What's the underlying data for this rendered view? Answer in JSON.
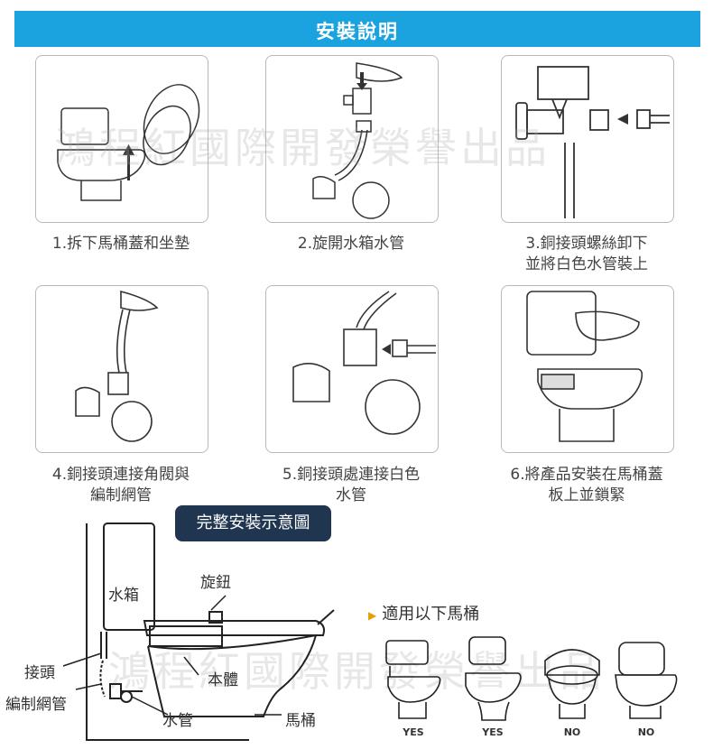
{
  "header": {
    "title": "安裝說明"
  },
  "steps": [
    {
      "caption_l1": "1.拆下馬桶蓋和坐墊",
      "caption_l2": ""
    },
    {
      "caption_l1": "2.旋開水箱水管",
      "caption_l2": ""
    },
    {
      "caption_l1": "3.銅接頭螺絲卸下",
      "caption_l2": "並將白色水管裝上"
    },
    {
      "caption_l1": "4.銅接頭連接角閥與",
      "caption_l2": "編制網管"
    },
    {
      "caption_l1": "5.銅接頭處連接白色",
      "caption_l2": "水管"
    },
    {
      "caption_l1": "6.將產品安裝在馬桶蓋",
      "caption_l2": "板上並鎖緊"
    }
  ],
  "diagram": {
    "title": "完整安裝示意圖",
    "labels": {
      "tank": "水箱",
      "knob": "旋鈕",
      "connector": "接頭",
      "body": "本體",
      "braided_hose": "編制網管",
      "water_pipe": "水管",
      "toilet": "馬桶"
    }
  },
  "suitable": {
    "title": "適用以下馬桶",
    "items": [
      {
        "verdict": "YES"
      },
      {
        "verdict": "YES"
      },
      {
        "verdict": "NO"
      },
      {
        "verdict": "NO"
      }
    ]
  },
  "watermark": {
    "text_top": "鴻程紅國際開發榮譽出品",
    "text_bottom": "鴻程紅國際開發榮譽出品"
  }
}
